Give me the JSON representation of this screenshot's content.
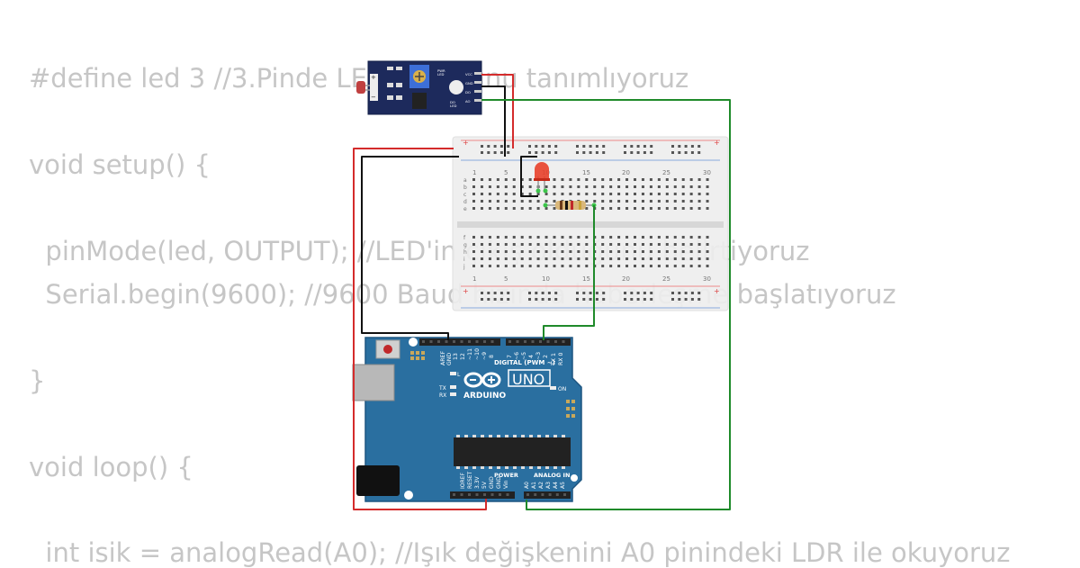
{
  "code": {
    "lines": [
      "#define led 3 //3.Pinde LED olduğunu tanımlıyoruz",
      "void setup() {",
      "  pinMode(led, OUTPUT); //LED'in çıkış olduğunu belirtiyoruz",
      "  Serial.begin(9600); //9600 Baud hızında haberleşme başlatıyoruz",
      "}",
      "void loop() {",
      "  int isik = analogRead(A0); //Işık değişkenini A0 pinindeki LDR ile okuyoruz"
    ]
  },
  "breadboard": {
    "column_numbers": [
      "1",
      "5",
      "10",
      "15",
      "20",
      "25",
      "30"
    ],
    "row_letters_top": [
      "a",
      "b",
      "c",
      "d",
      "e"
    ],
    "row_letters_bottom": [
      "f",
      "g",
      "h",
      "i",
      "j"
    ],
    "rail_plus": "+",
    "rail_minus": "−"
  },
  "arduino": {
    "brand": "ARDUINO",
    "model": "UNO",
    "digital_label": "DIGITAL (PWM ~)",
    "power_label": "POWER",
    "analog_label": "ANALOG IN",
    "on_label": "ON",
    "l_label": "L",
    "tx_label": "TX",
    "rx_label": "RX",
    "top_pin_labels": [
      "AREF",
      "GND",
      "13",
      "12",
      "~11",
      "~10",
      "~9",
      "8",
      "7",
      "~6",
      "~5",
      "4",
      "~3",
      "2",
      "TX 1",
      "RX 0"
    ],
    "power_pin_labels": [
      "IOREF",
      "RESET",
      "3.3V",
      "5V",
      "GND",
      "GND",
      "Vin"
    ],
    "analog_pin_labels": [
      "A0",
      "A1",
      "A2",
      "A3",
      "A4",
      "A5"
    ]
  },
  "ldr_module": {
    "pin_labels": [
      "VCC",
      "GND",
      "DO",
      "AO"
    ],
    "led_labels": [
      "PWR",
      "LED",
      "DO",
      "LED"
    ]
  },
  "colors": {
    "code_text": "#c6c6c6",
    "board_blue": "#2a6fa0",
    "module_navy": "#1d2a5c",
    "wire_red": "#d42b2b",
    "wire_black": "#111111",
    "wire_green": "#1f8a2a",
    "led_red": "#e8402a"
  }
}
